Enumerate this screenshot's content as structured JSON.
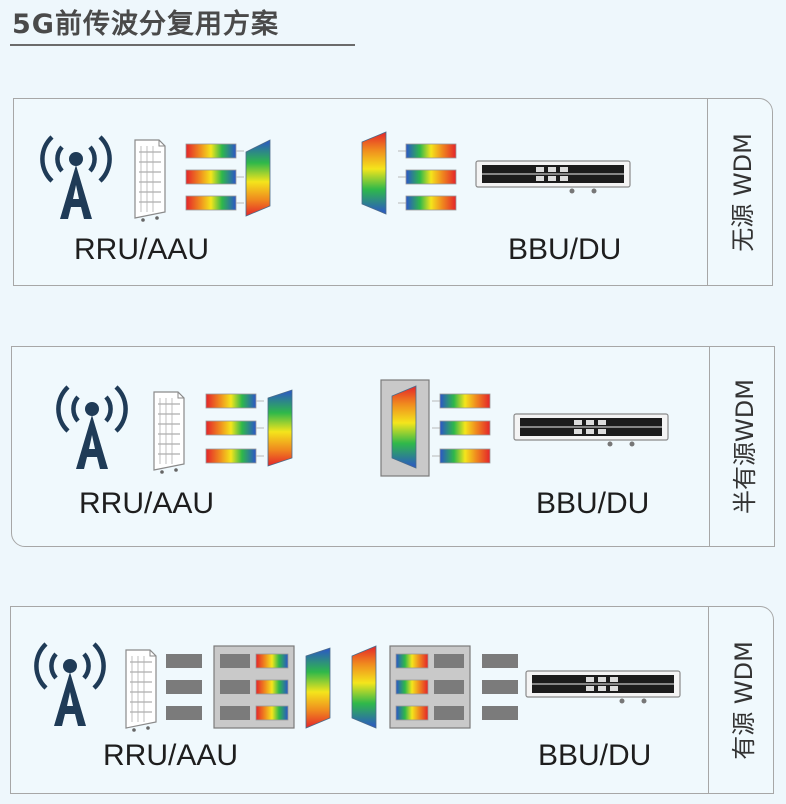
{
  "title": "5G前传波分复用方案",
  "schemes": [
    {
      "side_label": "无源 WDM",
      "left_label": "RRU/AAU",
      "right_label": "BBU/DU"
    },
    {
      "side_label": "半有源WDM",
      "left_label": "RRU/AAU",
      "right_label": "BBU/DU"
    },
    {
      "side_label": "有源 WDM",
      "left_label": "RRU/AAU",
      "right_label": "BBU/DU"
    }
  ],
  "icons": {
    "tower": "radio-tower-icon",
    "rru": "rru-aau-unit-icon",
    "transceiver": "color-optical-module-icon",
    "mux": "wdm-mux-icon",
    "bbu": "bbu-du-chassis-icon"
  },
  "colors": {
    "tower": "#1f3b57",
    "gradient_stops": [
      "#2b55c8",
      "#2fb84a",
      "#f4e51c",
      "#f08b1e",
      "#e4242a"
    ],
    "grey_module": "#7b7b7b",
    "enclosure": "#c9c9c9"
  }
}
